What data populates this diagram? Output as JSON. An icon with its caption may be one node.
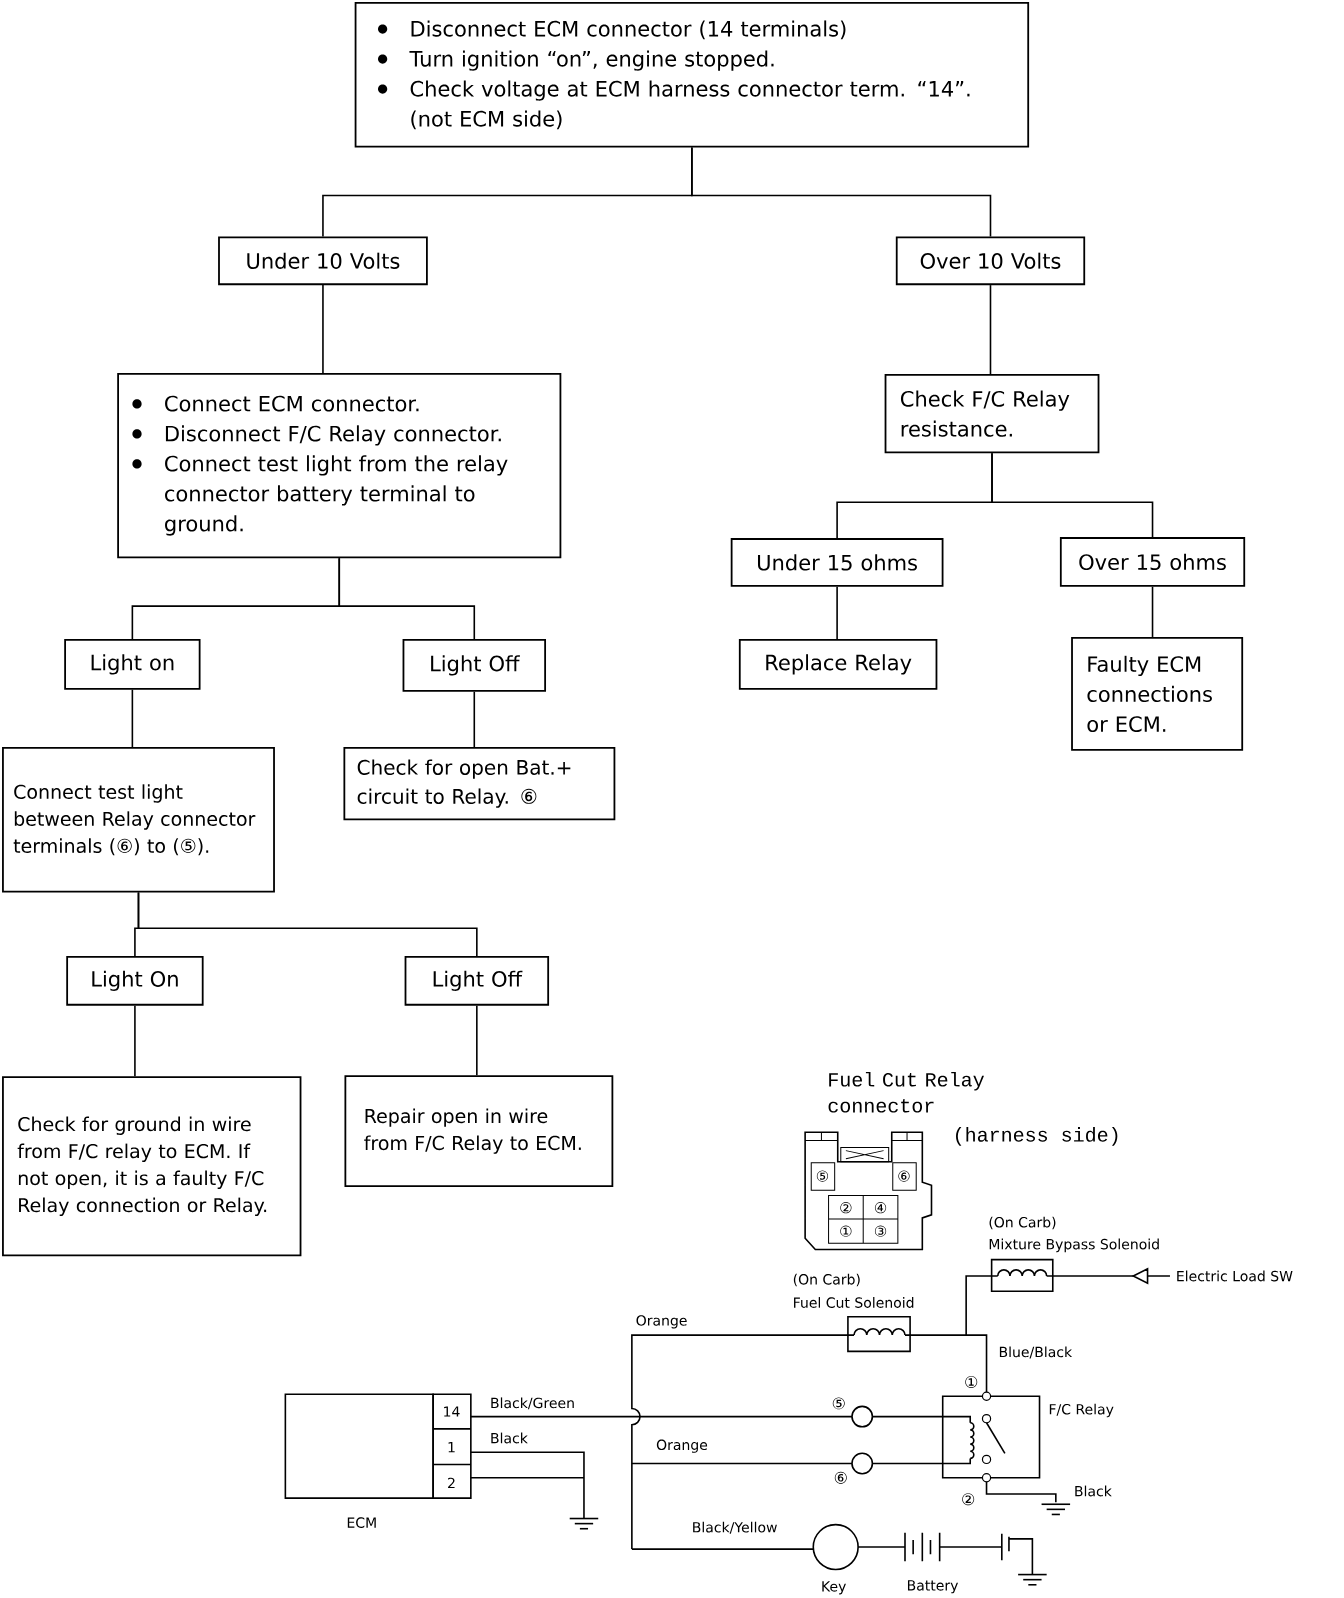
{
  "diagram": {
    "nodes": [
      {
        "text": [
          "Disconnect ECM connector (14 terminals)",
          "Turn ignition “on”, engine stopped.",
          "Check voltage at ECM harness connector term. “14”. (not ECM side)"
        ]
      },
      {
        "text": [
          "Under 10 Volts"
        ]
      },
      {
        "text": [
          "Over 10 Volts"
        ]
      },
      {
        "text": [
          "Connect ECM connector.",
          "Disconnect F/C Relay connector.",
          "Connect test light from the relay connector battery terminal to ground."
        ]
      },
      {
        "text": [
          "Check F/C Relay resistance."
        ]
      },
      {
        "text": [
          "Light on"
        ]
      },
      {
        "text": [
          "Light Off"
        ]
      },
      {
        "text": [
          "Under 15 ohms"
        ]
      },
      {
        "text": [
          "Over 15 ohms"
        ]
      },
      {
        "text": [
          "Replace Relay"
        ]
      },
      {
        "text": [
          "Faulty ECM connections or ECM."
        ]
      },
      {
        "text": [
          "Connect test light between Relay connector terminals (⑥) to (⑤)."
        ]
      },
      {
        "text": [
          "Check for open Bat.+ circuit to Relay. ⑥"
        ]
      },
      {
        "text": [
          "Light On"
        ]
      },
      {
        "text": [
          "Light Off"
        ]
      },
      {
        "text": [
          "Check for ground in wire from F/C relay to ECM. If not open, it is a faulty F/C Relay connection or Relay."
        ]
      },
      {
        "text": [
          "Repair open in wire from F/C Relay to ECM."
        ]
      }
    ],
    "edges": [
      {
        "from": 0,
        "to": 1,
        "arrow": "none"
      },
      {
        "from": 0,
        "to": 2,
        "arrow": "none"
      },
      {
        "from": 1,
        "to": 3,
        "arrow": "none"
      },
      {
        "from": 2,
        "to": 4,
        "arrow": "none"
      },
      {
        "from": 3,
        "to": 5,
        "arrow": "none"
      },
      {
        "from": 3,
        "to": 6,
        "arrow": "none"
      },
      {
        "from": 4,
        "to": 7,
        "arrow": "none"
      },
      {
        "from": 4,
        "to": 8,
        "arrow": "none"
      },
      {
        "from": 7,
        "to": 9,
        "arrow": "none"
      },
      {
        "from": 8,
        "to": 10,
        "arrow": "none"
      },
      {
        "from": 5,
        "to": 11,
        "arrow": "none"
      },
      {
        "from": 6,
        "to": 12,
        "arrow": "none"
      },
      {
        "from": 11,
        "to": 13,
        "arrow": "none"
      },
      {
        "from": 11,
        "to": 14,
        "arrow": "none"
      },
      {
        "from": 13,
        "to": 15,
        "arrow": "none"
      },
      {
        "from": 14,
        "to": 16,
        "arrow": "none"
      }
    ],
    "labels": [
      "Fuel Cut Relay connector",
      "(harness side)",
      "⑤",
      "⑥",
      "②",
      "④",
      "①",
      "③",
      "(On Carb)",
      "Mixture Bypass Solenoid",
      "(On Carb)",
      "Electric Load SW",
      "Fuel Cut Solenoid",
      "Orange",
      "Blue/Black",
      "①",
      "14",
      "Black/Green",
      "⑤",
      "F/C Relay",
      "1",
      "Black",
      "Orange",
      "2",
      "⑥",
      "②",
      "Black",
      "ECM",
      "Black/Yellow",
      "Key",
      "Battery"
    ]
  }
}
